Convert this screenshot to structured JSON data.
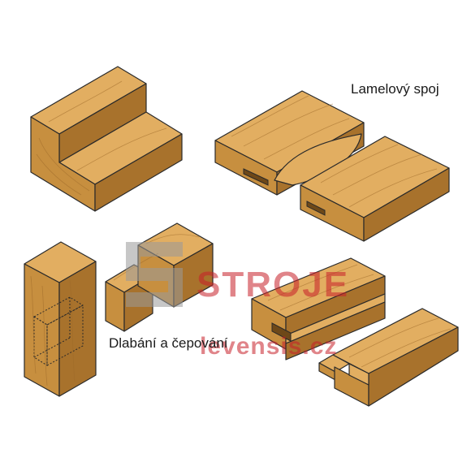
{
  "labels": {
    "biscuit_joint": "Lamelový spoj",
    "mortise_tenon": "Dlabání a čepování"
  },
  "watermark": {
    "word_top": "STROJE",
    "word_bottom": "levensis.cz",
    "color_red": "#c8202a",
    "color_grey": "#9a9a9a"
  },
  "colors": {
    "wood_top": "#e2ae61",
    "wood_front": "#c78f3f",
    "wood_side": "#a8722c",
    "outline": "#2a2a2a"
  }
}
